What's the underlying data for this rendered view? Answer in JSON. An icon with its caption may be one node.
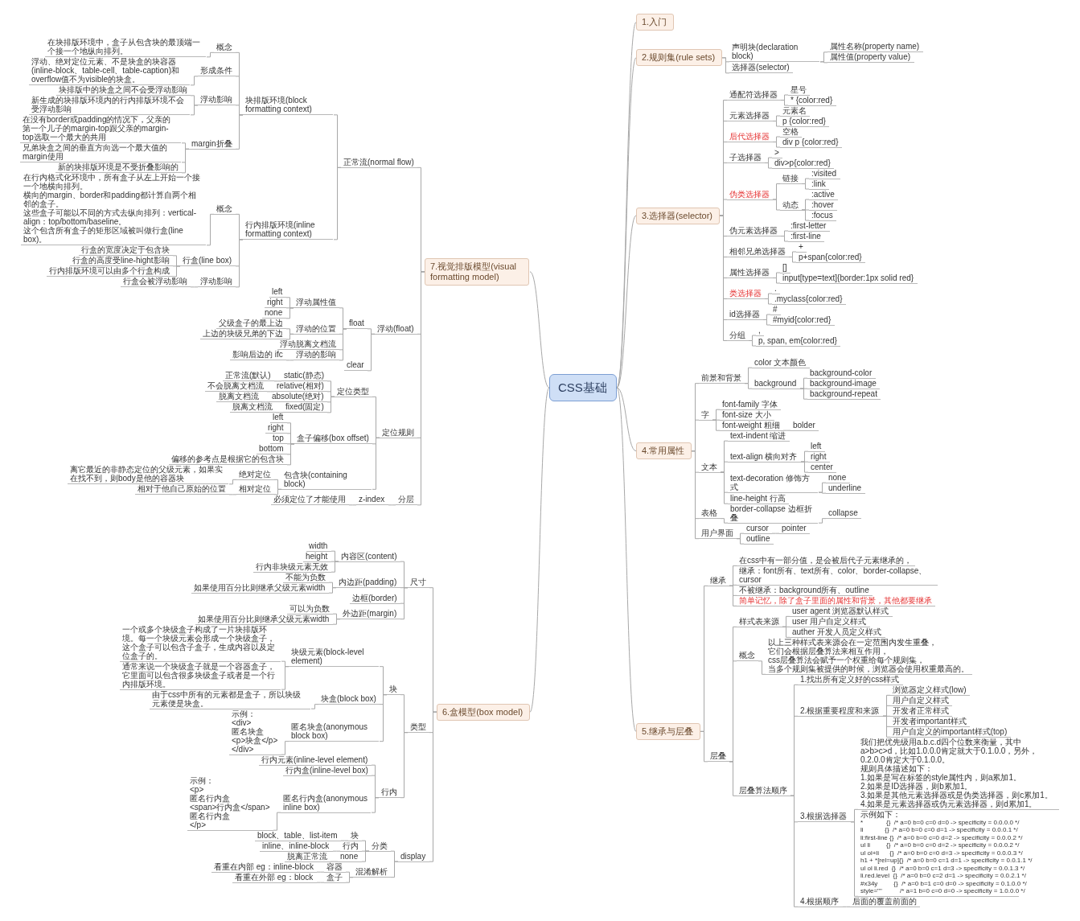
{
  "diagram": {
    "nodes": [
      {
        "text": [
          "CSS基础"
        ]
      },
      {
        "text": [
          "1.入门"
        ]
      },
      {
        "text": [
          "2.规则集(rule sets)"
        ]
      },
      {
        "text": [
          "声明块(declaration block)"
        ]
      },
      {
        "text": [
          "属性名称(property name)"
        ]
      },
      {
        "text": [
          "属性值(property value)"
        ]
      },
      {
        "text": [
          "选择器(selector)"
        ]
      },
      {
        "text": [
          "3.选择器(selector)"
        ]
      },
      {
        "text": [
          "通配符选择器"
        ]
      },
      {
        "text": [
          "星号"
        ]
      },
      {
        "text": [
          "* {color:red}"
        ]
      },
      {
        "text": [
          "元素选择器"
        ]
      },
      {
        "text": [
          "元素名"
        ]
      },
      {
        "text": [
          "p {color:red}"
        ]
      },
      {
        "text": [
          "后代选择器"
        ]
      },
      {
        "text": [
          "空格"
        ]
      },
      {
        "text": [
          "div p {color:red}"
        ]
      },
      {
        "text": [
          "子选择器"
        ]
      },
      {
        "text": [
          ">"
        ]
      },
      {
        "text": [
          "div>p{color:red}"
        ]
      },
      {
        "text": [
          "伪类选择器"
        ]
      },
      {
        "text": [
          "链接"
        ]
      },
      {
        "text": [
          ":visited"
        ]
      },
      {
        "text": [
          ":link"
        ]
      },
      {
        "text": [
          "动态"
        ]
      },
      {
        "text": [
          ":active"
        ]
      },
      {
        "text": [
          ":hover"
        ]
      },
      {
        "text": [
          ":focus"
        ]
      },
      {
        "text": [
          "伪元素选择器"
        ]
      },
      {
        "text": [
          ":first-letter"
        ]
      },
      {
        "text": [
          ":first-line"
        ]
      },
      {
        "text": [
          "相邻兄弟选择器"
        ]
      },
      {
        "text": [
          "+"
        ]
      },
      {
        "text": [
          "p+span{color:red}"
        ]
      },
      {
        "text": [
          "属性选择器"
        ]
      },
      {
        "text": [
          "[]"
        ]
      },
      {
        "text": [
          "input[type=text]{border:1px solid red}"
        ]
      },
      {
        "text": [
          "类选择器"
        ]
      },
      {
        "text": [
          "."
        ]
      },
      {
        "text": [
          ".myclass{color:red}"
        ]
      },
      {
        "text": [
          "id选择器"
        ]
      },
      {
        "text": [
          "#"
        ]
      },
      {
        "text": [
          "#myid{color:red}"
        ]
      },
      {
        "text": [
          "分组"
        ]
      },
      {
        "text": [
          ","
        ]
      },
      {
        "text": [
          "p, span, em{color:red}"
        ]
      },
      {
        "text": [
          "4.常用属性"
        ]
      },
      {
        "text": [
          "前景和背景"
        ]
      },
      {
        "text": [
          "color 文本颜色"
        ]
      },
      {
        "text": [
          "background"
        ]
      },
      {
        "text": [
          "background-color"
        ]
      },
      {
        "text": [
          "background-image"
        ]
      },
      {
        "text": [
          "background-repeat"
        ]
      },
      {
        "text": [
          "字"
        ]
      },
      {
        "text": [
          "font-family 字体"
        ]
      },
      {
        "text": [
          "font-size 大小"
        ]
      },
      {
        "text": [
          "font-weight 粗细"
        ]
      },
      {
        "text": [
          "bolder"
        ]
      },
      {
        "text": [
          "文本"
        ]
      },
      {
        "text": [
          "text-indent 缩进"
        ]
      },
      {
        "text": [
          "text-align 横向对齐"
        ]
      },
      {
        "text": [
          "left"
        ]
      },
      {
        "text": [
          "right"
        ]
      },
      {
        "text": [
          "center"
        ]
      },
      {
        "text": [
          "text-decoration 修饰方式"
        ]
      },
      {
        "text": [
          "none"
        ]
      },
      {
        "text": [
          "underline"
        ]
      },
      {
        "text": [
          "line-height 行高"
        ]
      },
      {
        "text": [
          "表格"
        ]
      },
      {
        "text": [
          "border-collapse 边框折叠"
        ]
      },
      {
        "text": [
          "collapse"
        ]
      },
      {
        "text": [
          "用户界面"
        ]
      },
      {
        "text": [
          "cursor"
        ]
      },
      {
        "text": [
          "pointer"
        ]
      },
      {
        "text": [
          "outline"
        ]
      },
      {
        "text": [
          "5.继承与层叠"
        ]
      },
      {
        "text": [
          "继承"
        ]
      },
      {
        "text": [
          "在css中有一部分值，是会被后代子元素继承的，"
        ]
      },
      {
        "text": [
          "继承：font所有、text所有、color、border-collapse、cursor"
        ]
      },
      {
        "text": [
          "不被继承：background所有、outline"
        ]
      },
      {
        "text": [
          "简单记忆，除了盒子里面的属性和背景，其他都要继承"
        ]
      },
      {
        "text": [
          "层叠"
        ]
      },
      {
        "text": [
          "样式表来源"
        ]
      },
      {
        "text": [
          "user agent 浏览器默认样式"
        ]
      },
      {
        "text": [
          "user 用户自定义样式"
        ]
      },
      {
        "text": [
          "auther 开发人员定义样式"
        ]
      },
      {
        "text": [
          "概念"
        ]
      },
      {
        "text": [
          "以上三种样式表来源会在一定范围内发生重叠，",
          "它们会根据层叠算法来相互作用，",
          "css层叠算法会赋予一个权重给每个规则集，",
          "当多个规则集被提供的时候，浏览器会使用权重最高的。"
        ]
      },
      {
        "text": [
          "层叠算法顺序"
        ]
      },
      {
        "text": [
          "1.找出所有定义好的css样式"
        ]
      },
      {
        "text": [
          "2.根据重要程度和来源"
        ]
      },
      {
        "text": [
          "浏览器定义样式(low)"
        ]
      },
      {
        "text": [
          "用户自定义样式"
        ]
      },
      {
        "text": [
          "开发者正常样式"
        ]
      },
      {
        "text": [
          "开发者important样式"
        ]
      },
      {
        "text": [
          "用户自定义的important样式(top)"
        ]
      },
      {
        "text": [
          "3.根据选择器"
        ]
      },
      {
        "text": [
          "我们把优先级用a.b.c.d四个位数来衡量，其中a>b>c>d，比如1.0.0.0肯定就大于0.1.0.0，另外，0.2.0.0肯定大于0.1.0.0。",
          "规则具体描述如下：",
          "1.如果是写在标签的style属性内，则a累加1。",
          "2.如果是ID选择器，则b累加1。",
          "3.如果是其他元素选择器或是伪类选择器，则c累加1。",
          "4.如果是元素选择器或伪元素选择器，则d累加1。"
        ]
      },
      {
        "text": [
          "示例如下：",
          "*             {}  /* a=0 b=0 c=0 d=0 -> specificity = 0.0.0.0 */",
          "li            {}  /* a=0 b=0 c=0 d=1 -> specificity = 0.0.0.1 */",
          "li:first-line {}  /* a=0 b=0 c=0 d=2 -> specificity = 0.0.0.2 */",
          "ul li         {}  /* a=0 b=0 c=0 d=2 -> specificity = 0.0.0.2 */",
          "ul ol+li      {}  /* a=0 b=0 c=0 d=3 -> specificity = 0.0.0.3 */",
          "h1 + *[rel=up]{}  /* a=0 b=0 c=1 d=1 -> specificity = 0.0.1.1 */",
          "ul ol li.red  {}  /* a=0 b=0 c=1 d=3 -> specificity = 0.0.1.3 */",
          "li.red.level  {}  /* a=0 b=0 c=2 d=1 -> specificity = 0.0.2.1 */",
          "#x34y         {}  /* a=0 b=1 c=0 d=0 -> specificity = 0.1.0.0 */",
          "style=\"\"          /* a=1 b=0 c=0 d=0 -> specificity = 1.0.0.0 */"
        ]
      },
      {
        "text": [
          "4.根据顺序"
        ]
      },
      {
        "text": [
          "后面的覆盖前面的"
        ]
      },
      {
        "text": [
          "6.盒模型(box model)"
        ]
      },
      {
        "text": [
          "尺寸"
        ]
      },
      {
        "text": [
          "内容区(content)"
        ]
      },
      {
        "text": [
          "width"
        ]
      },
      {
        "text": [
          "height"
        ]
      },
      {
        "text": [
          "行内非块级元素无效"
        ]
      },
      {
        "text": [
          "内边距(padding)"
        ]
      },
      {
        "text": [
          "不能为负数"
        ]
      },
      {
        "text": [
          "如果使用百分比则继承父级元素width"
        ]
      },
      {
        "text": [
          "边框(border)"
        ]
      },
      {
        "text": [
          "外边距(margin)"
        ]
      },
      {
        "text": [
          "可以为负数"
        ]
      },
      {
        "text": [
          "如果使用百分比则继承父级元素width"
        ]
      },
      {
        "text": [
          "类型"
        ]
      },
      {
        "text": [
          "块"
        ]
      },
      {
        "text": [
          "块级元素(block-level element)"
        ]
      },
      {
        "text": [
          "一个或多个块级盒子构成了一片块排版环境。每一个块级元素会形成一个块级盒子，这个盒子可以包含子盒子，生成内容以及定位盒子的。"
        ]
      },
      {
        "text": [
          "通常来说一个块级盒子就是一个容器盒子，它里面可以包含很多块级盒子或者是一个行内排版环境。"
        ]
      },
      {
        "text": [
          "块盒(block box)"
        ]
      },
      {
        "text": [
          "由于css中所有的元素都是盒子，所以块级元素便是块盒。"
        ]
      },
      {
        "text": [
          "匿名块盒(anonymous block box)"
        ]
      },
      {
        "text": [
          "示例：",
          "<div>",
          "匿名块盒",
          "<p>块盒</p>",
          "</div>"
        ]
      },
      {
        "text": [
          "行内"
        ]
      },
      {
        "text": [
          "行内元素(inline-level element)"
        ]
      },
      {
        "text": [
          "行内盒(inline-level box)"
        ]
      },
      {
        "text": [
          "匿名行内盒(anonymous inline box)"
        ]
      },
      {
        "text": [
          "示例：",
          "<p>",
          "匿名行内盒",
          "<span>行内盒</span>",
          "匿名行内盒",
          "</p>"
        ]
      },
      {
        "text": [
          "display"
        ]
      },
      {
        "text": [
          "分类"
        ]
      },
      {
        "text": [
          "块"
        ]
      },
      {
        "text": [
          "block、table、list-item"
        ]
      },
      {
        "text": [
          "行内"
        ]
      },
      {
        "text": [
          "inline、inline-block"
        ]
      },
      {
        "text": [
          "none"
        ]
      },
      {
        "text": [
          "脱离正常流"
        ]
      },
      {
        "text": [
          "混淆解析"
        ]
      },
      {
        "text": [
          "容器"
        ]
      },
      {
        "text": [
          "看重在内部 eg：inline-block"
        ]
      },
      {
        "text": [
          "盒子"
        ]
      },
      {
        "text": [
          "看重在外部 eg：block"
        ]
      },
      {
        "text": [
          "7.视觉排版模型(visual formatting model)"
        ]
      },
      {
        "text": [
          "正常流(normal flow)"
        ]
      },
      {
        "text": [
          "块排版环境(block formatting context)"
        ]
      },
      {
        "text": [
          "概念"
        ]
      },
      {
        "text": [
          "在块排版环境中，盒子从包含块的最顶端一个接一个地纵向排列。"
        ]
      },
      {
        "text": [
          "形成条件"
        ]
      },
      {
        "text": [
          "浮动、绝对定位元素、不是块盒的块容器(inline-block、table-cell、table-caption)和overflow值不为visible的块盒。"
        ]
      },
      {
        "text": [
          "浮动影响"
        ]
      },
      {
        "text": [
          "块排版中的块盒之间不会受浮动影响"
        ]
      },
      {
        "text": [
          "新生成的块排版环境内的行内排版环境不会受浮动影响"
        ]
      },
      {
        "text": [
          "margin折叠"
        ]
      },
      {
        "text": [
          "在没有border或padding的情况下，父亲的第一个儿子的margin-top跟父亲的margin-top选取一个最大的共用"
        ]
      },
      {
        "text": [
          "兄弟块盒之间的垂直方向选一个最大值的margin使用"
        ]
      },
      {
        "text": [
          "新的块排版环境是不受折叠影响的"
        ]
      },
      {
        "text": [
          "行内排版环境(inline formatting context)"
        ]
      },
      {
        "text": [
          "概念"
        ]
      },
      {
        "text": [
          "在行内格式化环境中，所有盒子从左上开始一个接一个地横向排列。",
          "横向的margin、border和padding都计算自两个相邻的盒子。",
          "这些盒子可能以不同的方式去纵向排列：vertical-align：top/bottom/baseline。",
          "这个包含所有盒子的矩形区域被叫做行盒(line box)。"
        ]
      },
      {
        "text": [
          "行盒(line box)"
        ]
      },
      {
        "text": [
          "行盒的宽度决定于包含块"
        ]
      },
      {
        "text": [
          "行盒的高度受line-hight影响"
        ]
      },
      {
        "text": [
          "行内排版环境可以由多个行盒构成"
        ]
      },
      {
        "text": [
          "浮动影响"
        ]
      },
      {
        "text": [
          "行盒会被浮动影响"
        ]
      },
      {
        "text": [
          "浮动(float)"
        ]
      },
      {
        "text": [
          "float"
        ]
      },
      {
        "text": [
          "浮动属性值"
        ]
      },
      {
        "text": [
          "left"
        ]
      },
      {
        "text": [
          "right"
        ]
      },
      {
        "text": [
          "none"
        ]
      },
      {
        "text": [
          "浮动的位置"
        ]
      },
      {
        "text": [
          "父级盒子的最上边"
        ]
      },
      {
        "text": [
          "上边的块级兄弟的下边"
        ]
      },
      {
        "text": [
          "浮动脱离文档流"
        ]
      },
      {
        "text": [
          "浮动的影响"
        ]
      },
      {
        "text": [
          "影响后边的 ifc"
        ]
      },
      {
        "text": [
          "clear"
        ]
      },
      {
        "text": [
          "定位规则"
        ]
      },
      {
        "text": [
          "定位类型"
        ]
      },
      {
        "text": [
          "static(静态)"
        ]
      },
      {
        "text": [
          "正常流(默认)"
        ]
      },
      {
        "text": [
          "relative(相对)"
        ]
      },
      {
        "text": [
          "不会脱离文档流"
        ]
      },
      {
        "text": [
          "absolute(绝对)"
        ]
      },
      {
        "text": [
          "脱离文档流"
        ]
      },
      {
        "text": [
          "fixed(固定)"
        ]
      },
      {
        "text": [
          "脱离文档流"
        ]
      },
      {
        "text": [
          "盒子偏移(box offset)"
        ]
      },
      {
        "text": [
          "left"
        ]
      },
      {
        "text": [
          "right"
        ]
      },
      {
        "text": [
          "top"
        ]
      },
      {
        "text": [
          "bottom"
        ]
      },
      {
        "text": [
          "偏移的参考点是根据它的包含块"
        ]
      },
      {
        "text": [
          "包含块(containing block)"
        ]
      },
      {
        "text": [
          "绝对定位"
        ]
      },
      {
        "text": [
          "离它最近的非静态定位的父级元素，如果实在找不到，则body是他的容器块"
        ]
      },
      {
        "text": [
          "相对定位"
        ]
      },
      {
        "text": [
          "相对于他自己原始的位置"
        ]
      },
      {
        "text": [
          "分层"
        ]
      },
      {
        "text": [
          "z-index"
        ]
      },
      {
        "text": [
          "必须定位了才能使用"
        ]
      }
    ],
    "edges": [
      {
        "from": 0,
        "to": 1,
        "arrow": "none"
      },
      {
        "from": 0,
        "to": 2,
        "arrow": "none"
      },
      {
        "from": 2,
        "to": 3,
        "arrow": "none"
      },
      {
        "from": 3,
        "to": 4,
        "arrow": "none"
      },
      {
        "from": 3,
        "to": 5,
        "arrow": "none"
      },
      {
        "from": 2,
        "to": 6,
        "arrow": "none"
      },
      {
        "from": 0,
        "to": 7,
        "arrow": "none"
      },
      {
        "from": 7,
        "to": 8,
        "arrow": "none"
      },
      {
        "from": 8,
        "to": 9,
        "arrow": "none"
      },
      {
        "from": 8,
        "to": 10,
        "arrow": "none"
      },
      {
        "from": 7,
        "to": 11,
        "arrow": "none"
      },
      {
        "from": 11,
        "to": 12,
        "arrow": "none"
      },
      {
        "from": 11,
        "to": 13,
        "arrow": "none"
      },
      {
        "from": 7,
        "to": 14,
        "arrow": "none"
      },
      {
        "from": 14,
        "to": 15,
        "arrow": "none"
      },
      {
        "from": 14,
        "to": 16,
        "arrow": "none"
      },
      {
        "from": 7,
        "to": 17,
        "arrow": "none"
      },
      {
        "from": 17,
        "to": 18,
        "arrow": "none"
      },
      {
        "from": 17,
        "to": 19,
        "arrow": "none"
      },
      {
        "from": 7,
        "to": 20,
        "arrow": "none"
      },
      {
        "from": 20,
        "to": 21,
        "arrow": "none"
      },
      {
        "from": 21,
        "to": 22,
        "arrow": "none"
      },
      {
        "from": 21,
        "to": 23,
        "arrow": "none"
      },
      {
        "from": 20,
        "to": 24,
        "arrow": "none"
      },
      {
        "from": 24,
        "to": 25,
        "arrow": "none"
      },
      {
        "from": 24,
        "to": 26,
        "arrow": "none"
      },
      {
        "from": 24,
        "to": 27,
        "arrow": "none"
      },
      {
        "from": 7,
        "to": 28,
        "arrow": "none"
      },
      {
        "from": 28,
        "to": 29,
        "arrow": "none"
      },
      {
        "from": 28,
        "to": 30,
        "arrow": "none"
      },
      {
        "from": 7,
        "to": 31,
        "arrow": "none"
      },
      {
        "from": 31,
        "to": 32,
        "arrow": "none"
      },
      {
        "from": 31,
        "to": 33,
        "arrow": "none"
      },
      {
        "from": 7,
        "to": 34,
        "arrow": "none"
      },
      {
        "from": 34,
        "to": 35,
        "arrow": "none"
      },
      {
        "from": 34,
        "to": 36,
        "arrow": "none"
      },
      {
        "from": 7,
        "to": 37,
        "arrow": "none"
      },
      {
        "from": 37,
        "to": 38,
        "arrow": "none"
      },
      {
        "from": 37,
        "to": 39,
        "arrow": "none"
      },
      {
        "from": 7,
        "to": 40,
        "arrow": "none"
      },
      {
        "from": 40,
        "to": 41,
        "arrow": "none"
      },
      {
        "from": 40,
        "to": 42,
        "arrow": "none"
      },
      {
        "from": 7,
        "to": 43,
        "arrow": "none"
      },
      {
        "from": 43,
        "to": 44,
        "arrow": "none"
      },
      {
        "from": 43,
        "to": 45,
        "arrow": "none"
      },
      {
        "from": 0,
        "to": 46,
        "arrow": "none"
      },
      {
        "from": 46,
        "to": 47,
        "arrow": "none"
      },
      {
        "from": 47,
        "to": 48,
        "arrow": "none"
      },
      {
        "from": 47,
        "to": 49,
        "arrow": "none"
      },
      {
        "from": 49,
        "to": 50,
        "arrow": "none"
      },
      {
        "from": 49,
        "to": 51,
        "arrow": "none"
      },
      {
        "from": 49,
        "to": 52,
        "arrow": "none"
      },
      {
        "from": 46,
        "to": 53,
        "arrow": "none"
      },
      {
        "from": 53,
        "to": 54,
        "arrow": "none"
      },
      {
        "from": 53,
        "to": 55,
        "arrow": "none"
      },
      {
        "from": 53,
        "to": 56,
        "arrow": "none"
      },
      {
        "from": 56,
        "to": 57,
        "arrow": "none"
      },
      {
        "from": 46,
        "to": 58,
        "arrow": "none"
      },
      {
        "from": 58,
        "to": 59,
        "arrow": "none"
      },
      {
        "from": 58,
        "to": 60,
        "arrow": "none"
      },
      {
        "from": 60,
        "to": 61,
        "arrow": "none"
      },
      {
        "from": 60,
        "to": 62,
        "arrow": "none"
      },
      {
        "from": 60,
        "to": 63,
        "arrow": "none"
      },
      {
        "from": 58,
        "to": 64,
        "arrow": "none"
      },
      {
        "from": 64,
        "to": 65,
        "arrow": "none"
      },
      {
        "from": 64,
        "to": 66,
        "arrow": "none"
      },
      {
        "from": 58,
        "to": 67,
        "arrow": "none"
      },
      {
        "from": 46,
        "to": 68,
        "arrow": "none"
      },
      {
        "from": 68,
        "to": 69,
        "arrow": "none"
      },
      {
        "from": 69,
        "to": 70,
        "arrow": "none"
      },
      {
        "from": 46,
        "to": 71,
        "arrow": "none"
      },
      {
        "from": 71,
        "to": 72,
        "arrow": "none"
      },
      {
        "from": 72,
        "to": 73,
        "arrow": "none"
      },
      {
        "from": 71,
        "to": 74,
        "arrow": "none"
      },
      {
        "from": 0,
        "to": 75,
        "arrow": "none"
      },
      {
        "from": 75,
        "to": 76,
        "arrow": "none"
      },
      {
        "from": 76,
        "to": 77,
        "arrow": "none"
      },
      {
        "from": 76,
        "to": 78,
        "arrow": "none"
      },
      {
        "from": 76,
        "to": 79,
        "arrow": "none"
      },
      {
        "from": 76,
        "to": 80,
        "arrow": "none"
      },
      {
        "from": 75,
        "to": 81,
        "arrow": "none"
      },
      {
        "from": 81,
        "to": 82,
        "arrow": "none"
      },
      {
        "from": 82,
        "to": 83,
        "arrow": "none"
      },
      {
        "from": 82,
        "to": 84,
        "arrow": "none"
      },
      {
        "from": 82,
        "to": 85,
        "arrow": "none"
      },
      {
        "from": 81,
        "to": 86,
        "arrow": "none"
      },
      {
        "from": 86,
        "to": 87,
        "arrow": "none"
      },
      {
        "from": 81,
        "to": 88,
        "arrow": "none"
      },
      {
        "from": 88,
        "to": 89,
        "arrow": "none"
      },
      {
        "from": 88,
        "to": 90,
        "arrow": "none"
      },
      {
        "from": 90,
        "to": 91,
        "arrow": "none"
      },
      {
        "from": 90,
        "to": 92,
        "arrow": "none"
      },
      {
        "from": 90,
        "to": 93,
        "arrow": "none"
      },
      {
        "from": 90,
        "to": 94,
        "arrow": "none"
      },
      {
        "from": 90,
        "to": 95,
        "arrow": "none"
      },
      {
        "from": 88,
        "to": 96,
        "arrow": "none"
      },
      {
        "from": 96,
        "to": 97,
        "arrow": "none"
      },
      {
        "from": 96,
        "to": 98,
        "arrow": "none"
      },
      {
        "from": 88,
        "to": 99,
        "arrow": "none"
      },
      {
        "from": 99,
        "to": 100,
        "arrow": "none"
      },
      {
        "from": 0,
        "to": 101,
        "arrow": "none"
      },
      {
        "from": 101,
        "to": 102,
        "arrow": "none"
      },
      {
        "from": 102,
        "to": 103,
        "arrow": "none"
      },
      {
        "from": 103,
        "to": 104,
        "arrow": "none"
      },
      {
        "from": 103,
        "to": 105,
        "arrow": "none"
      },
      {
        "from": 103,
        "to": 106,
        "arrow": "none"
      },
      {
        "from": 102,
        "to": 107,
        "arrow": "none"
      },
      {
        "from": 107,
        "to": 108,
        "arrow": "none"
      },
      {
        "from": 107,
        "to": 109,
        "arrow": "none"
      },
      {
        "from": 102,
        "to": 110,
        "arrow": "none"
      },
      {
        "from": 102,
        "to": 111,
        "arrow": "none"
      },
      {
        "from": 111,
        "to": 112,
        "arrow": "none"
      },
      {
        "from": 111,
        "to": 113,
        "arrow": "none"
      },
      {
        "from": 101,
        "to": 114,
        "arrow": "none"
      },
      {
        "from": 114,
        "to": 115,
        "arrow": "none"
      },
      {
        "from": 115,
        "to": 116,
        "arrow": "none"
      },
      {
        "from": 116,
        "to": 117,
        "arrow": "none"
      },
      {
        "from": 116,
        "to": 118,
        "arrow": "none"
      },
      {
        "from": 115,
        "to": 119,
        "arrow": "none"
      },
      {
        "from": 119,
        "to": 120,
        "arrow": "none"
      },
      {
        "from": 115,
        "to": 121,
        "arrow": "none"
      },
      {
        "from": 121,
        "to": 122,
        "arrow": "none"
      },
      {
        "from": 114,
        "to": 123,
        "arrow": "none"
      },
      {
        "from": 123,
        "to": 124,
        "arrow": "none"
      },
      {
        "from": 123,
        "to": 125,
        "arrow": "none"
      },
      {
        "from": 123,
        "to": 126,
        "arrow": "none"
      },
      {
        "from": 126,
        "to": 127,
        "arrow": "none"
      },
      {
        "from": 101,
        "to": 128,
        "arrow": "none"
      },
      {
        "from": 128,
        "to": 129,
        "arrow": "none"
      },
      {
        "from": 129,
        "to": 130,
        "arrow": "none"
      },
      {
        "from": 130,
        "to": 131,
        "arrow": "none"
      },
      {
        "from": 129,
        "to": 132,
        "arrow": "none"
      },
      {
        "from": 132,
        "to": 133,
        "arrow": "none"
      },
      {
        "from": 129,
        "to": 134,
        "arrow": "none"
      },
      {
        "from": 134,
        "to": 135,
        "arrow": "none"
      },
      {
        "from": 128,
        "to": 136,
        "arrow": "none"
      },
      {
        "from": 136,
        "to": 137,
        "arrow": "none"
      },
      {
        "from": 137,
        "to": 138,
        "arrow": "none"
      },
      {
        "from": 136,
        "to": 139,
        "arrow": "none"
      },
      {
        "from": 139,
        "to": 140,
        "arrow": "none"
      },
      {
        "from": 0,
        "to": 141,
        "arrow": "none"
      },
      {
        "from": 141,
        "to": 142,
        "arrow": "none"
      },
      {
        "from": 142,
        "to": 143,
        "arrow": "none"
      },
      {
        "from": 143,
        "to": 144,
        "arrow": "none"
      },
      {
        "from": 144,
        "to": 145,
        "arrow": "none"
      },
      {
        "from": 143,
        "to": 146,
        "arrow": "none"
      },
      {
        "from": 146,
        "to": 147,
        "arrow": "none"
      },
      {
        "from": 143,
        "to": 148,
        "arrow": "none"
      },
      {
        "from": 148,
        "to": 149,
        "arrow": "none"
      },
      {
        "from": 148,
        "to": 150,
        "arrow": "none"
      },
      {
        "from": 143,
        "to": 151,
        "arrow": "none"
      },
      {
        "from": 151,
        "to": 152,
        "arrow": "none"
      },
      {
        "from": 151,
        "to": 153,
        "arrow": "none"
      },
      {
        "from": 151,
        "to": 154,
        "arrow": "none"
      },
      {
        "from": 142,
        "to": 155,
        "arrow": "none"
      },
      {
        "from": 155,
        "to": 156,
        "arrow": "none"
      },
      {
        "from": 156,
        "to": 157,
        "arrow": "none"
      },
      {
        "from": 155,
        "to": 158,
        "arrow": "none"
      },
      {
        "from": 158,
        "to": 159,
        "arrow": "none"
      },
      {
        "from": 158,
        "to": 160,
        "arrow": "none"
      },
      {
        "from": 158,
        "to": 161,
        "arrow": "none"
      },
      {
        "from": 155,
        "to": 162,
        "arrow": "none"
      },
      {
        "from": 162,
        "to": 163,
        "arrow": "none"
      },
      {
        "from": 141,
        "to": 164,
        "arrow": "none"
      },
      {
        "from": 164,
        "to": 165,
        "arrow": "none"
      },
      {
        "from": 165,
        "to": 166,
        "arrow": "none"
      },
      {
        "from": 166,
        "to": 167,
        "arrow": "none"
      },
      {
        "from": 166,
        "to": 168,
        "arrow": "none"
      },
      {
        "from": 166,
        "to": 169,
        "arrow": "none"
      },
      {
        "from": 165,
        "to": 170,
        "arrow": "none"
      },
      {
        "from": 170,
        "to": 171,
        "arrow": "none"
      },
      {
        "from": 170,
        "to": 172,
        "arrow": "none"
      },
      {
        "from": 165,
        "to": 173,
        "arrow": "none"
      },
      {
        "from": 165,
        "to": 174,
        "arrow": "none"
      },
      {
        "from": 174,
        "to": 175,
        "arrow": "none"
      },
      {
        "from": 164,
        "to": 176,
        "arrow": "none"
      },
      {
        "from": 141,
        "to": 177,
        "arrow": "none"
      },
      {
        "from": 177,
        "to": 178,
        "arrow": "none"
      },
      {
        "from": 178,
        "to": 179,
        "arrow": "none"
      },
      {
        "from": 179,
        "to": 180,
        "arrow": "none"
      },
      {
        "from": 178,
        "to": 181,
        "arrow": "none"
      },
      {
        "from": 181,
        "to": 182,
        "arrow": "none"
      },
      {
        "from": 178,
        "to": 183,
        "arrow": "none"
      },
      {
        "from": 183,
        "to": 184,
        "arrow": "none"
      },
      {
        "from": 178,
        "to": 185,
        "arrow": "none"
      },
      {
        "from": 185,
        "to": 186,
        "arrow": "none"
      },
      {
        "from": 177,
        "to": 187,
        "arrow": "none"
      },
      {
        "from": 187,
        "to": 188,
        "arrow": "none"
      },
      {
        "from": 187,
        "to": 189,
        "arrow": "none"
      },
      {
        "from": 187,
        "to": 190,
        "arrow": "none"
      },
      {
        "from": 187,
        "to": 191,
        "arrow": "none"
      },
      {
        "from": 187,
        "to": 192,
        "arrow": "none"
      },
      {
        "from": 177,
        "to": 193,
        "arrow": "none"
      },
      {
        "from": 193,
        "to": 194,
        "arrow": "none"
      },
      {
        "from": 194,
        "to": 195,
        "arrow": "none"
      },
      {
        "from": 193,
        "to": 196,
        "arrow": "none"
      },
      {
        "from": 196,
        "to": 197,
        "arrow": "none"
      },
      {
        "from": 141,
        "to": 198,
        "arrow": "none"
      },
      {
        "from": 198,
        "to": 199,
        "arrow": "none"
      },
      {
        "from": 199,
        "to": 200,
        "arrow": "none"
      }
    ]
  }
}
